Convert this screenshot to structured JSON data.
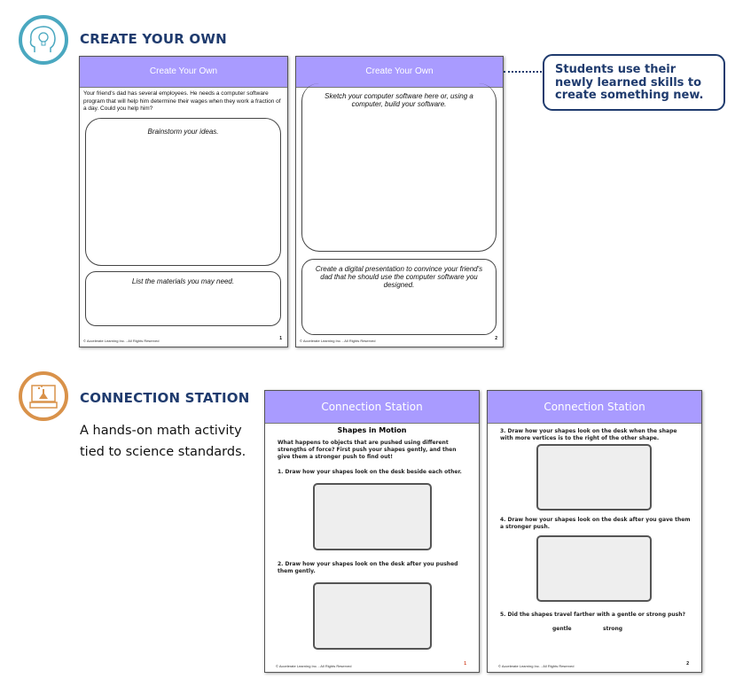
{
  "section1": {
    "title": "CREATE YOUR OWN",
    "icon": "head-lightbulb-icon",
    "accent": "#4aa8c0",
    "callout": "Students use their newly learned skills to create something new.",
    "page1": {
      "header": "Create Your Own",
      "intro": "Your friend's dad has several employees. He needs a computer software program that will help him determine their wages when they work a fraction of a day. Could you help him?",
      "box1": "Brainstorm your ideas.",
      "box2": "List the materials you may need.",
      "footer": "© Accelerate Learning Inc. - All Rights Reserved",
      "page_number": "1"
    },
    "page2": {
      "header": "Create Your Own",
      "box1": "Sketch your computer software here or, using a computer, build your software.",
      "box2": "Create a digital presentation to convince your friend's dad that he should use the computer software you designed.",
      "footer": "© Accelerate Learning Inc. - All Rights Reserved",
      "page_number": "2"
    }
  },
  "section2": {
    "title": "CONNECTION STATION",
    "icon": "laptop-flask-icon",
    "accent": "#d9924a",
    "description_line1": "A hands-on math activity",
    "description_line2": "tied to science standards.",
    "page1": {
      "header": "Connection Station",
      "title": "Shapes in Motion",
      "intro": "What happens to objects that are pushed using different strengths of force? First push your shapes gently, and then give them a stronger push to find out!",
      "q1": "1.   Draw how your shapes look on the desk beside each other.",
      "q2": "2.   Draw how your shapes look on the desk after you pushed them gently.",
      "footer": "© Accelerate Learning Inc. - All Rights Reserved",
      "page_number": "1"
    },
    "page2": {
      "header": "Connection Station",
      "q3": "3.   Draw how your shapes look on the desk when the shape with more vertices is to the right of the other shape.",
      "q4": "4.   Draw how your shapes look on the desk after you gave them a stronger push.",
      "q5": "5.   Did the shapes travel farther with a gentle or strong push?",
      "opt1": "gentle",
      "opt2": "strong",
      "footer": "© Accelerate Learning Inc. - All Rights Reserved",
      "page_number": "2"
    }
  },
  "colors": {
    "navy": "#1f3b6e",
    "purple": "#a99bff"
  }
}
